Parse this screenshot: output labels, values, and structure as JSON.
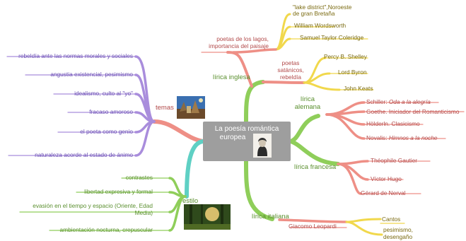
{
  "central": {
    "title_line1": "La poesía romántica",
    "title_line2": "europea",
    "portrait": "poet-portrait-icon"
  },
  "temas": {
    "label": "temas",
    "image": "landscape-painting-icon",
    "items": [
      "rebeldía ante las normas morales y sociales",
      "angustia existencial, pesimismo",
      "idealismo, culto al \"yo\"",
      "fracaso amoroso",
      "el poeta como genio",
      "naturaleza acorde al estado de ánimo"
    ]
  },
  "estilo": {
    "label": "estilo",
    "image": "forest-sunlight-icon",
    "items": [
      "contrastes",
      "libertad expresiva y formal",
      "evasión en el tiempo y espacio (Oriente, Edad",
      "Media)",
      "ambientación nocturna, crepuscular"
    ]
  },
  "lirica_inglesa": {
    "label": "lírica inglesa",
    "lagos_line1": "poetas de los lagos,",
    "lagos_line2": "importancia del paisaje",
    "lagos_items": [
      "\"lake district\",Noroeste",
      "de gran Bretaña",
      "William Wordsworth",
      "Samuel Taylor Coleridge"
    ],
    "satanicos_lines": [
      "poetas",
      "satánicos,",
      "rebeldía"
    ],
    "satanicos_items": [
      "Percy B. Shelley",
      "Lord Byron",
      "John Keats"
    ]
  },
  "lirica_alemana": {
    "label_line1": "lírica",
    "label_line2": "alemana",
    "items": [
      {
        "text": "Schiller: ",
        "work": "Oda a la alegría"
      },
      {
        "text": "Goethe. Iniciador del Romanticismo",
        "work": ""
      },
      {
        "text": "Hölderln. Clasicismo",
        "work": ""
      },
      {
        "text": "Novalis: ",
        "work": "Himnos a la noche"
      }
    ]
  },
  "lirica_francesa": {
    "label": "lírica francesa",
    "items": [
      "Théophile Gautier",
      "Víctor Hugo",
      "Gérard de Nerval"
    ]
  },
  "lirica_italiana": {
    "label": "lírica italiana",
    "poet": "Giacomo Leopardi",
    "items": [
      "Cantos",
      "pesimismo,",
      "desengaño"
    ]
  },
  "colors": {
    "purple": "#a98ddc",
    "green": "#8fce5a",
    "red": "#ee8f86",
    "yellow": "#f1d84c",
    "teal": "#5fd0c4",
    "central": "#9e9e9e"
  }
}
